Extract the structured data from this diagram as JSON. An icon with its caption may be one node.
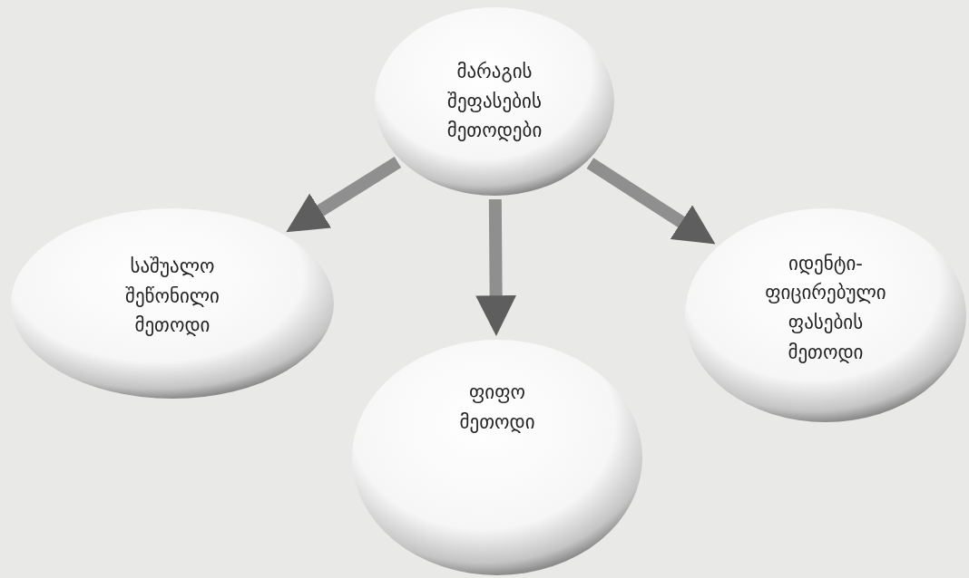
{
  "diagram": {
    "nodes": [
      {
        "text": [
          "მარაგის შეფასების მეთოდები"
        ]
      },
      {
        "text": [
          "საშუალო შეწონილი მეთოდი"
        ]
      },
      {
        "text": [
          "ფიფო მეთოდი"
        ]
      },
      {
        "text": [
          "იდენტი- ფიცირებული ფასების მეთოდი"
        ]
      }
    ],
    "edges": [
      {
        "from": 0,
        "to": 1,
        "arrow": "to"
      },
      {
        "from": 0,
        "to": 2,
        "arrow": "to"
      },
      {
        "from": 0,
        "to": 3,
        "arrow": "to"
      }
    ]
  }
}
